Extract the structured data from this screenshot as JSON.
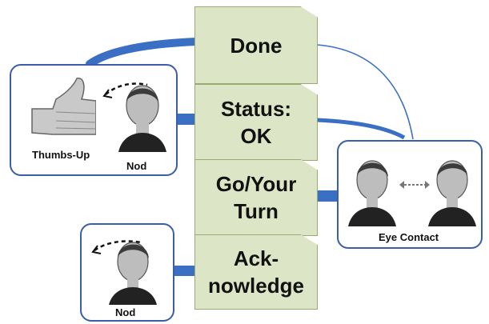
{
  "signals": {
    "done": "Done",
    "status_ok": "Status:\nOK",
    "go_your_turn": "Go/Your\nTurn",
    "acknowledge": "Ack-\nnowledge"
  },
  "gestures": {
    "thumbs_nod": {
      "thumbs_label": "Thumbs-Up",
      "nod_label": "Nod"
    },
    "eye_contact": {
      "label": "Eye Contact"
    },
    "nod_only": {
      "label": "Nod"
    }
  },
  "colors": {
    "card_fill": "#dce6c6",
    "card_border": "#9aab70",
    "connector": "#3b6fc4",
    "box_border": "#3b5ea8"
  }
}
